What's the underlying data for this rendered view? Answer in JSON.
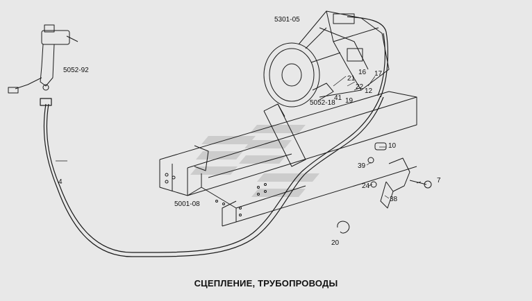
{
  "caption": "СЦЕПЛЕНИЕ, ТРУБОПРОВОДЫ",
  "assembly_codes": {
    "gearbox": "5301-05",
    "master_cylinder": "5052-92",
    "slave_cylinder": "5052-18",
    "frame": "5001-08"
  },
  "part_numbers": {
    "hose": "4",
    "p7": "7",
    "p10": "10",
    "p12": "12",
    "p16": "16",
    "p17": "17",
    "p19": "19",
    "p20": "20",
    "p21": "21",
    "p22": "22",
    "p24": "24",
    "p38": "38",
    "p39": "39",
    "p41": "41"
  },
  "colors": {
    "background": "#e8e8e8",
    "linework": "#1a1a1a",
    "watermark": "#c9c9c9"
  }
}
